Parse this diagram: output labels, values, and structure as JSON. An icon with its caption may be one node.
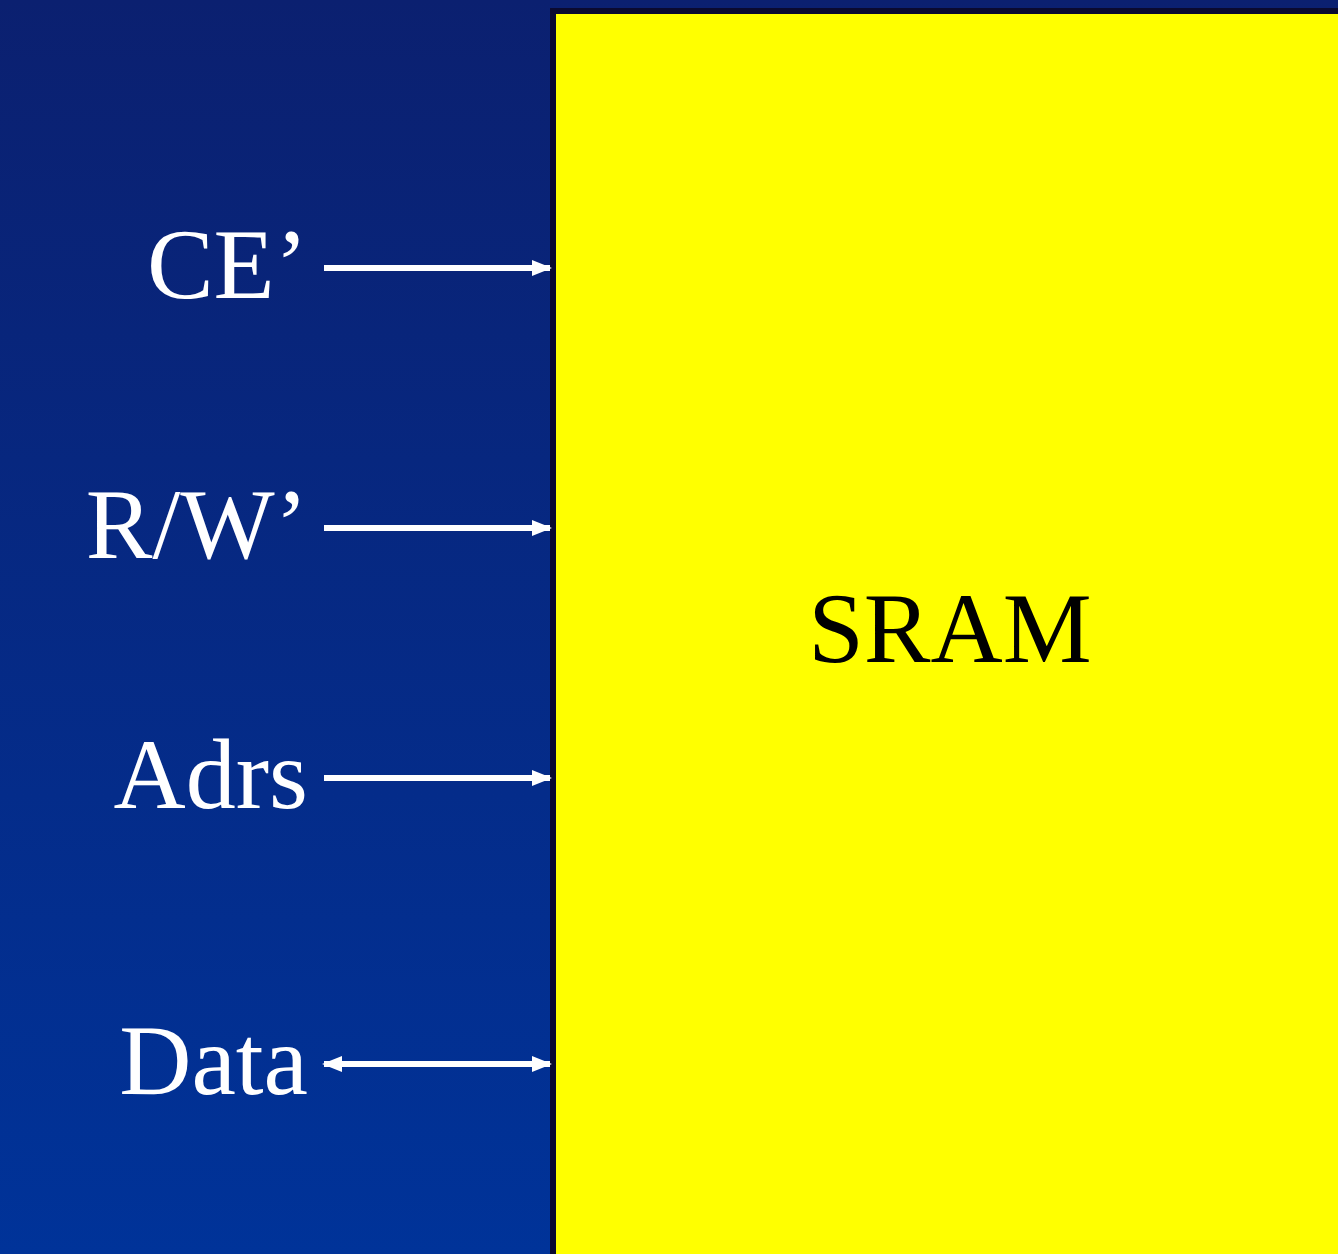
{
  "diagram": {
    "nodes": [
      {
        "text": [
          "CE’"
        ]
      },
      {
        "text": [
          "R/W’"
        ]
      },
      {
        "text": [
          "Adrs"
        ]
      },
      {
        "text": [
          "Data"
        ]
      },
      {
        "text": [
          "SRAM"
        ]
      }
    ],
    "edges": [
      {
        "from": 0,
        "to": 4,
        "arrow": "to"
      },
      {
        "from": 1,
        "to": 4,
        "arrow": "to"
      },
      {
        "from": 2,
        "to": 4,
        "arrow": "to"
      },
      {
        "from": 3,
        "to": 4,
        "arrow": "both"
      }
    ]
  }
}
